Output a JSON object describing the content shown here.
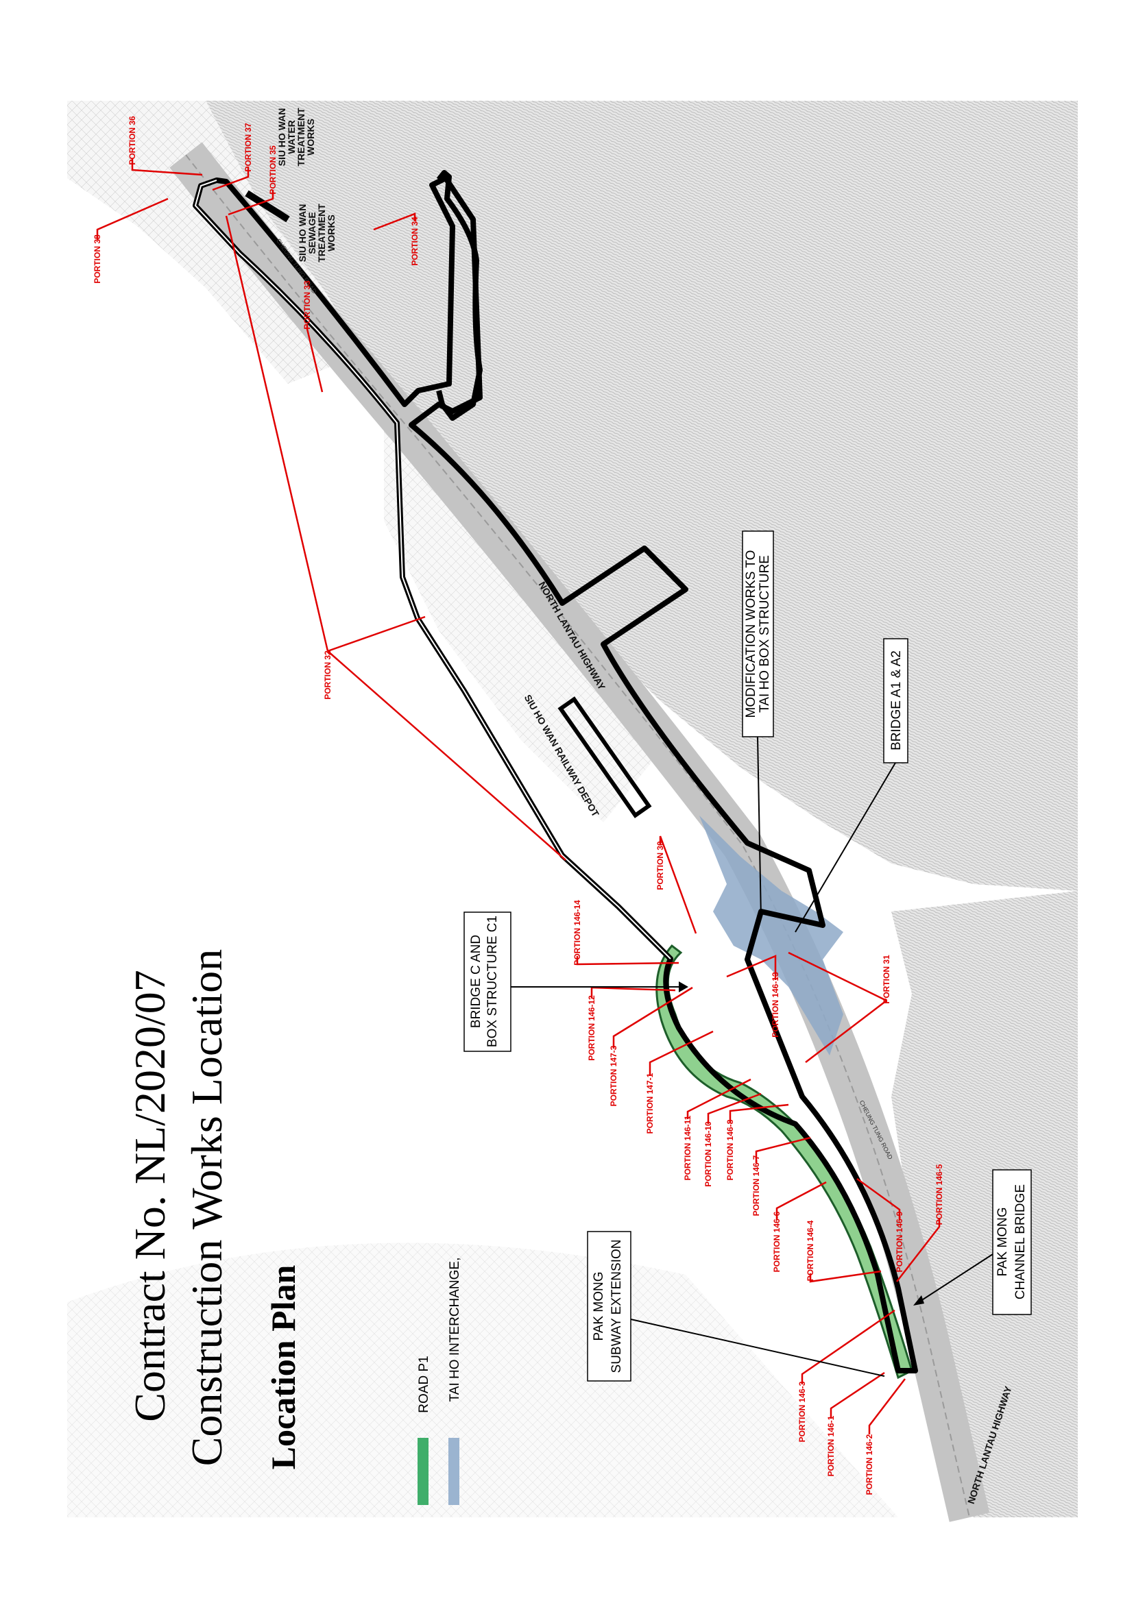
{
  "header": {
    "title_line1": "Contract No. NL/2020/07",
    "title_line2": "Construction Works Location",
    "subtitle": "Location Plan"
  },
  "legend": [
    {
      "label": "ROAD P1",
      "color": "#3fae6a"
    },
    {
      "label": "TAI HO INTERCHANGE,",
      "color": "#9bb4d0"
    }
  ],
  "colors": {
    "portion_label": "#e00000",
    "boundary": "#000000",
    "road_p1": "#8fd18f",
    "interchange": "#8ea9c8",
    "terrain": "#bdbdbd"
  },
  "callouts": {
    "modification": [
      "MODIFICATION WORKS TO",
      "TAI HO BOX STRUCTURE"
    ],
    "bridge_a": [
      "BRIDGE A1 & A2"
    ],
    "bridge_c": [
      "BRIDGE C AND",
      "BOX STRUCTURE C1"
    ],
    "pak_mong_subway": [
      "PAK MONG",
      "SUBWAY EXTENSION"
    ],
    "pak_mong_channel": [
      "PAK MONG",
      "CHANNEL BRIDGE"
    ]
  },
  "map_labels": {
    "water_works": [
      "SIU HO WAN",
      "WATER",
      "TREATMENT",
      "WORKS"
    ],
    "sewage_works": [
      "SIU HO WAN",
      "SEWAGE",
      "TREATMENT",
      "WORKS"
    ],
    "cheung_tung_road": "CHEUNG TUNG ROAD",
    "highway_upper": "NORTH LANTAU HIGHWAY",
    "railway_depot": "SIU HO WAN RAILWAY DEPOT",
    "highway_lower": "NORTH LANTAU HIGHWAY",
    "cheung_tung_road_lower": "CHEUNG TUNG ROAD"
  },
  "portions": {
    "p36": "PORTION 36",
    "p37": "PORTION 37",
    "p35": "PORTION 35",
    "p38": "PORTION 38",
    "p34": "PORTION 34",
    "p33": "PORTION 33",
    "p32": "PORTION 32",
    "p30": "PORTION 30",
    "p31": "PORTION 31",
    "p146_14": "PORTION 146-14",
    "p146_13": "PORTION 146-13",
    "p146_12": "PORTION 146-12",
    "p147_3": "PORTION 147-3",
    "p147_1": "PORTION 147-1",
    "p146_11": "PORTION 146-11",
    "p146_10": "PORTION 146-10",
    "p146_8": "PORTION 146-8",
    "p146_7": "PORTION 146-7",
    "p146_6": "PORTION 146-6",
    "p146_4": "PORTION 146-4",
    "p146_9": "PORTION 146-9",
    "p146_5": "PORTION 146-5",
    "p146_3": "PORTION 146-3",
    "p146_1": "PORTION 146-1",
    "p146_2": "PORTION 146-2"
  }
}
